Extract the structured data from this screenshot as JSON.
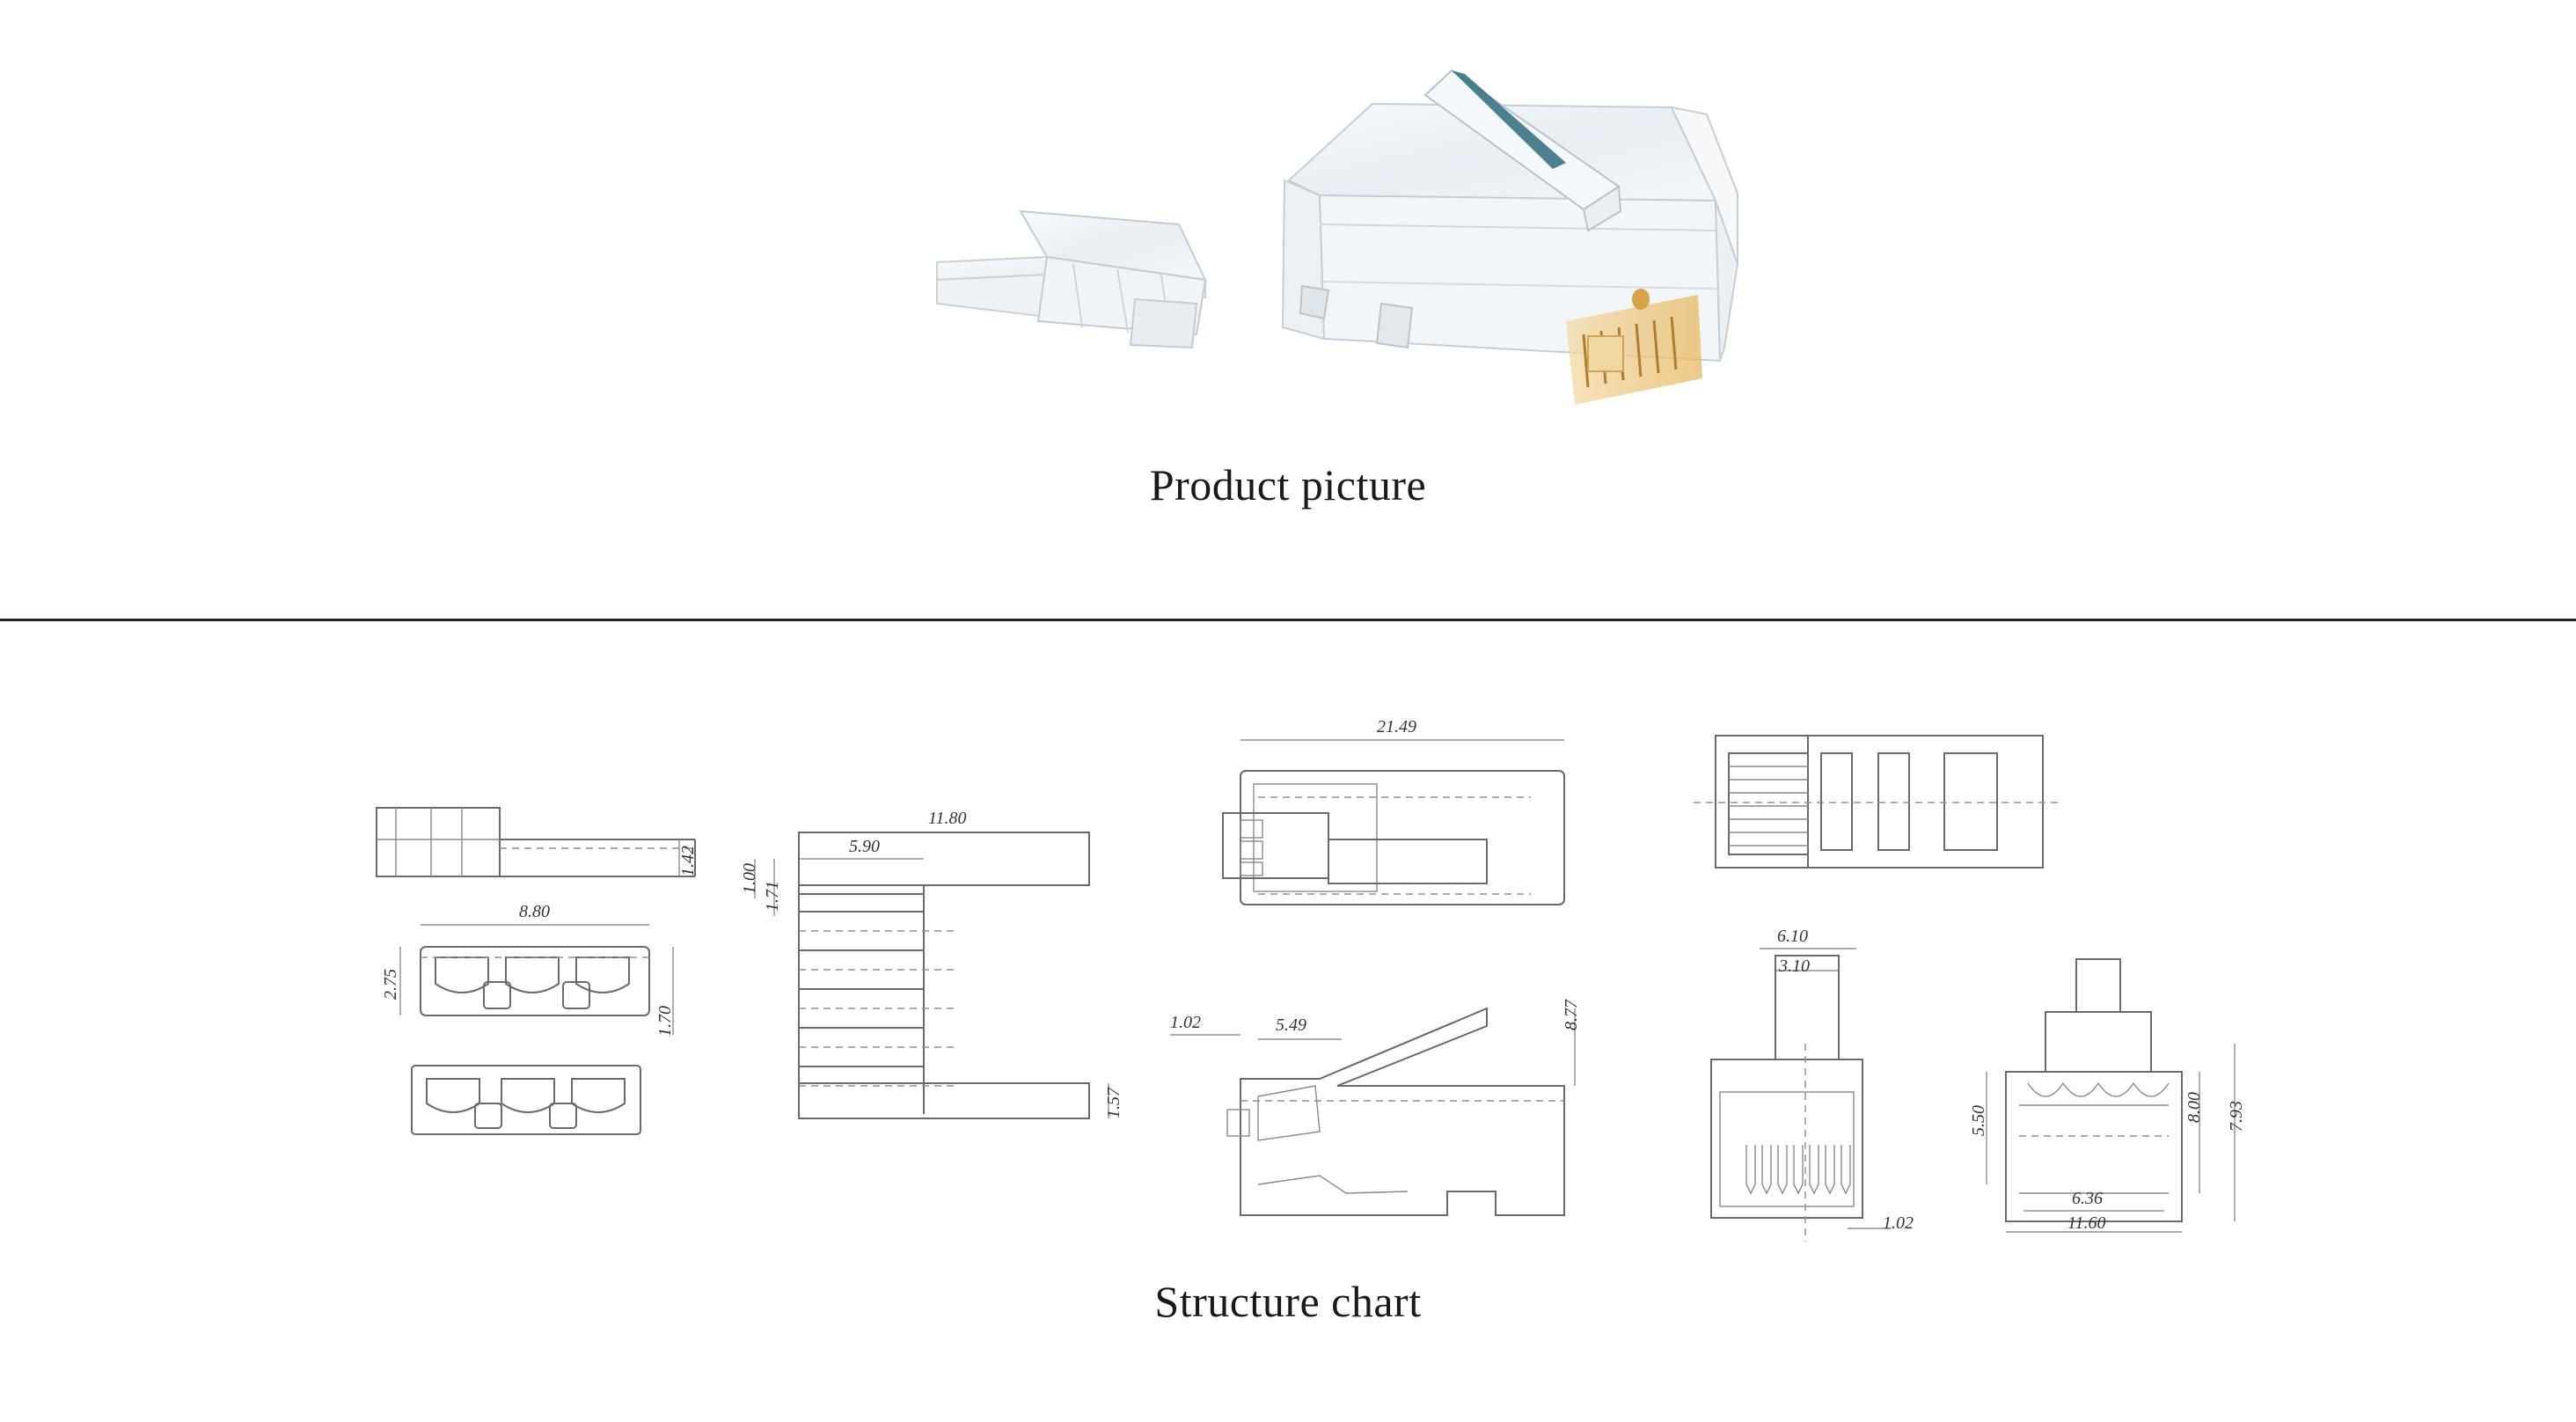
{
  "product": {
    "caption": "Product picture",
    "items": [
      {
        "name": "load-bar-insert",
        "icon": "load-bar-icon"
      },
      {
        "name": "rj45-plug",
        "icon": "rj45-plug-icon"
      }
    ]
  },
  "structure": {
    "caption": "Structure chart",
    "load_bar_drawing": {
      "dims": [
        "1.42",
        "8.80",
        "2.75",
        "1.70"
      ]
    },
    "contact_drawing": {
      "dims": [
        "11.80",
        "5.90",
        "1.00",
        "1.71",
        "1.57"
      ]
    },
    "plug_top_side_drawing": {
      "dims": [
        "21.49",
        "1.02",
        "5.49",
        "8.77"
      ]
    },
    "plug_front_drawing": {
      "dims": [
        "6.10",
        "3.10",
        "1.02",
        "5.50",
        "8.00",
        "7.93",
        "6.36",
        "11.60"
      ]
    }
  },
  "colors": {
    "background": "#ffffff",
    "divider": "#222222",
    "line_art": "#6a6a6a"
  }
}
